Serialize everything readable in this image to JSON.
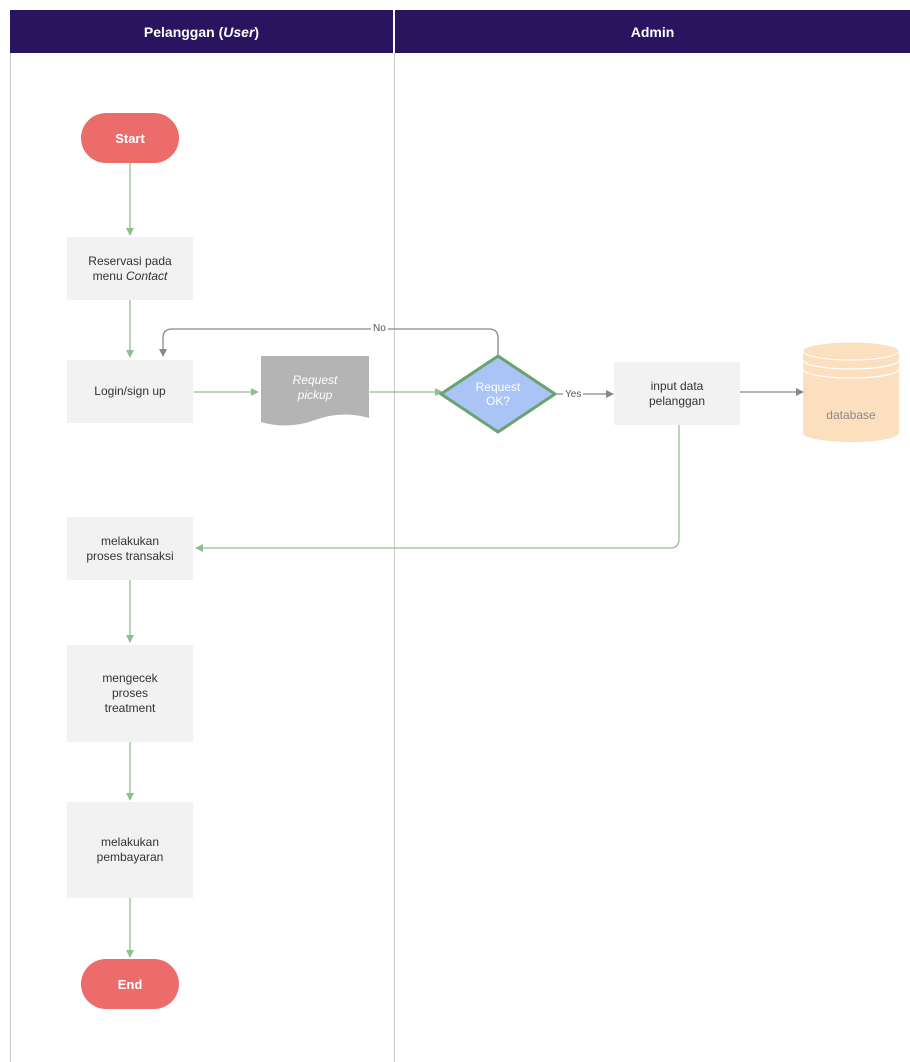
{
  "lanes": {
    "user": {
      "title_prefix": "Pelanggan (",
      "title_italic": "User",
      "title_suffix": ")"
    },
    "admin": {
      "title": "Admin"
    }
  },
  "nodes": {
    "start": "Start",
    "reservasi": {
      "line1": "Reservasi pada",
      "line2_prefix": "menu ",
      "line2_italic": "Contact"
    },
    "login": "Login/sign up",
    "request_doc": {
      "line1": "Request",
      "line2": "pickup"
    },
    "decision": {
      "line1": "Request",
      "line2": "OK?"
    },
    "input_data": "input data\npelanggan",
    "database": "database",
    "transaksi": "melakukan\nproses transaksi",
    "treatment": "mengecek\nproses\ntreatment",
    "pembayaran": "melakukan\npembayaran",
    "end": "End"
  },
  "edges": {
    "no_label": "No",
    "yes_label": "Yes"
  },
  "colors": {
    "header_bg": "#2a1460",
    "terminal_fill": "#ec6b6b",
    "process_fill": "#f3f2f2",
    "document_fill": "#b4b4b4",
    "decision_fill": "#a9c4f5",
    "decision_stroke": "#6aa36f",
    "database_fill": "#fcdfbf",
    "arrow_green": "#8fbf8f",
    "arrow_gray": "#888888"
  }
}
